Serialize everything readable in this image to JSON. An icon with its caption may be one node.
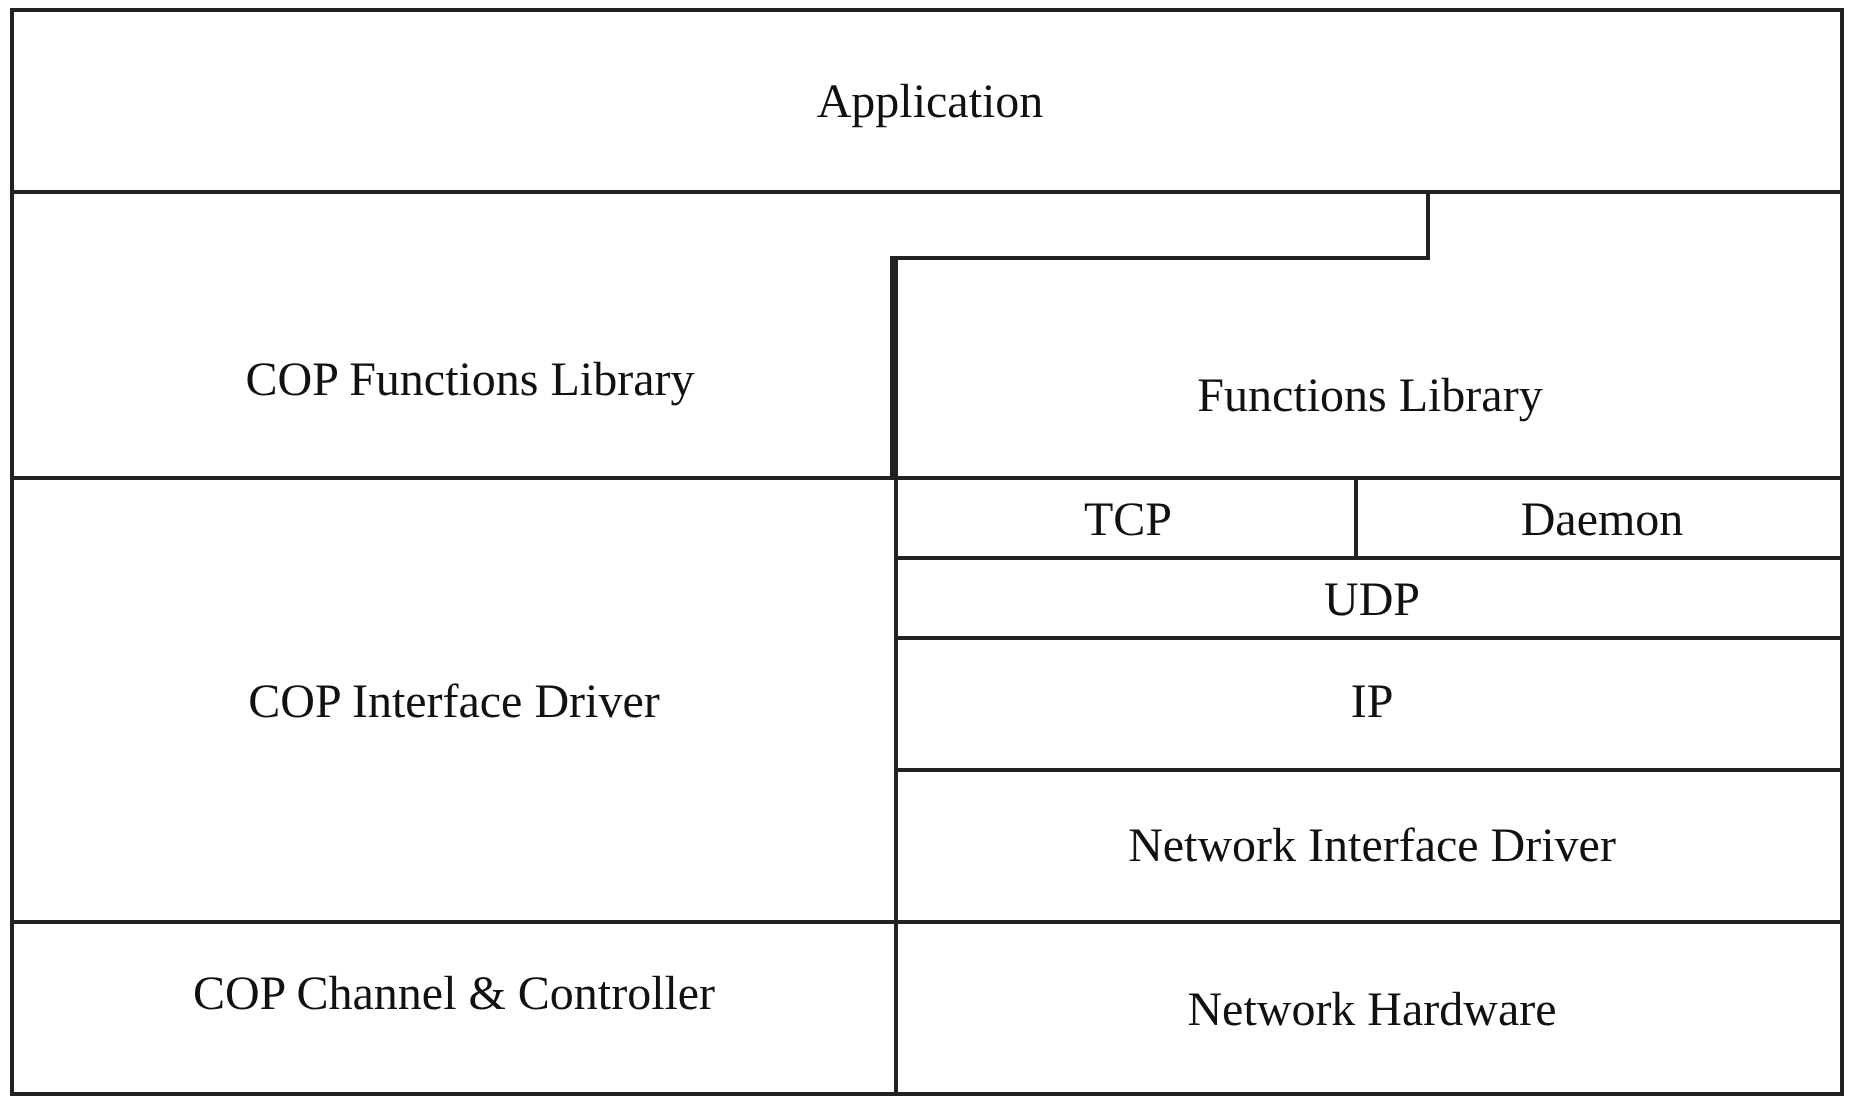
{
  "diagram": {
    "nodes": [
      {
        "text": [
          "Application"
        ]
      },
      {
        "text": [
          "COP Functions Library"
        ]
      },
      {
        "text": [
          "Functions Library"
        ]
      },
      {
        "text": [
          "COP Interface Driver"
        ]
      },
      {
        "text": [
          "TCP"
        ]
      },
      {
        "text": [
          "Daemon"
        ]
      },
      {
        "text": [
          "UDP"
        ]
      },
      {
        "text": [
          "IP"
        ]
      },
      {
        "text": [
          "Network Interface Driver"
        ]
      },
      {
        "text": [
          "COP Channel & Controller"
        ]
      },
      {
        "text": [
          "Network Hardware"
        ]
      }
    ]
  }
}
